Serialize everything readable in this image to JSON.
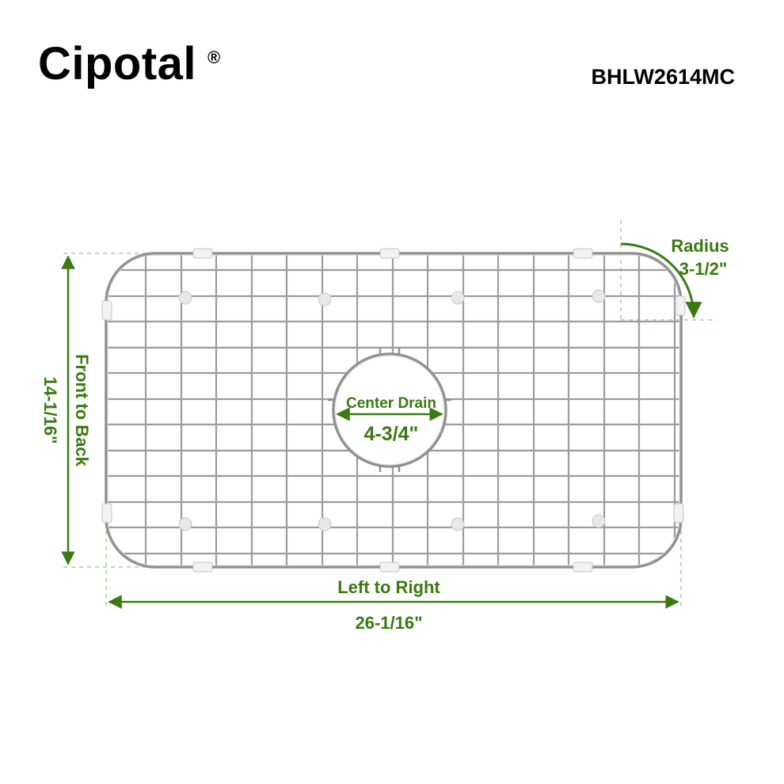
{
  "header": {
    "brand": "Cipotal",
    "brand_mark": "®",
    "model": "BHLW2614MC"
  },
  "dimensions": {
    "radius_label": "Radius",
    "radius_value": "3-1/2\"",
    "front_to_back_label": "Front to Back",
    "front_to_back_value": "14-1/16\"",
    "left_to_right_label": "Left to Right",
    "left_to_right_value": "26-1/16\"",
    "center_drain_label": "Center Drain",
    "center_drain_value": "4-3/4\""
  },
  "colors": {
    "dimension_green": "#3a7a10",
    "guide_green": "#9bc58a",
    "wire": "#9a9a9a",
    "wire_highlight": "#d4d4d4"
  }
}
